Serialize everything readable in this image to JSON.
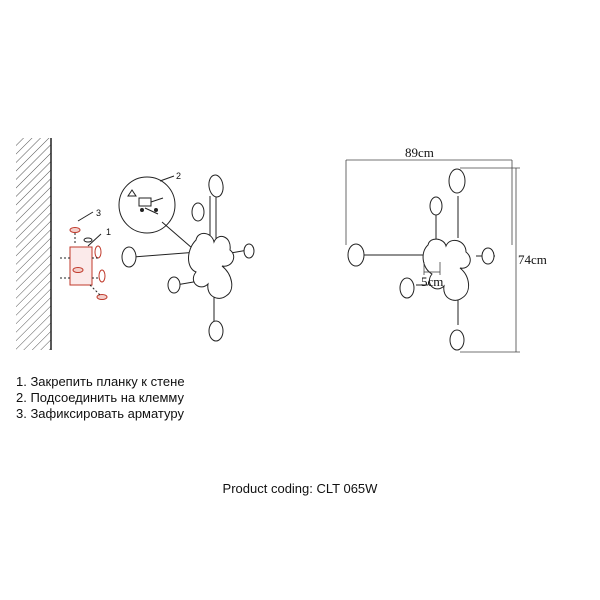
{
  "instructions": [
    "1. Закрепить планку к стене",
    "2. Подсоединить на клемму",
    "3. Зафиксировать арматуру"
  ],
  "product_coding": "Product coding: CLT 065W",
  "callouts": {
    "one": "1",
    "two": "2",
    "three": "3"
  },
  "dimensions": {
    "width": "89cm",
    "height": "74cm",
    "offset": "5cm"
  },
  "colors": {
    "line": "#222222",
    "accent": "#c0392b"
  }
}
